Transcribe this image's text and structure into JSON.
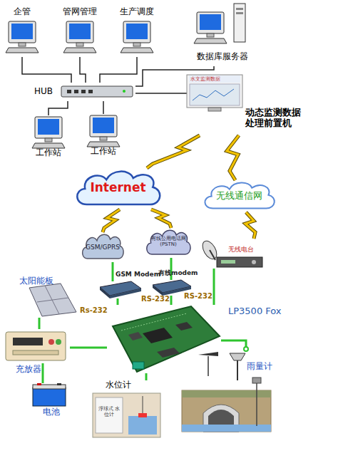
{
  "diagram": {
    "nodes": [
      {
        "text": [
          "企管"
        ]
      },
      {
        "text": [
          "管网管理"
        ]
      },
      {
        "text": [
          "生产调度"
        ]
      },
      {
        "text": [
          "数据库服务器"
        ]
      },
      {
        "text": [
          "HUB"
        ]
      },
      {
        "text": [
          "水文监测数据",
          "动态监测数据 处理前置机"
        ]
      },
      {
        "text": [
          "工作站"
        ]
      },
      {
        "text": [
          "工作站"
        ]
      },
      {
        "text": [
          "Internet"
        ]
      },
      {
        "text": [
          "无线通信网"
        ]
      },
      {
        "text": [
          "GSM/GPRS"
        ]
      },
      {
        "text": [
          "有线公用电话网 (PSTN)"
        ]
      },
      {
        "text": [
          "无线电台"
        ]
      },
      {
        "text": [
          "太阳能板"
        ]
      },
      {
        "text": [
          "GSM Modem"
        ]
      },
      {
        "text": [
          "有线modem"
        ]
      },
      {
        "text": [
          "LP3500 Fox"
        ]
      },
      {
        "text": [
          "充放器"
        ]
      },
      {
        "text": [
          "雨量计"
        ]
      },
      {
        "text": [
          "水位计",
          "浮球式 水位计"
        ]
      },
      {
        "text": [
          "电池"
        ]
      }
    ],
    "edges": [
      {
        "from": 4,
        "to": 0,
        "arrow": "none"
      },
      {
        "from": 4,
        "to": 1,
        "arrow": "none"
      },
      {
        "from": 4,
        "to": 2,
        "arrow": "none"
      },
      {
        "from": 4,
        "to": 3,
        "arrow": "none"
      },
      {
        "from": 4,
        "to": 5,
        "arrow": "none"
      },
      {
        "from": 4,
        "to": 6,
        "arrow": "none"
      },
      {
        "from": 4,
        "to": 7,
        "arrow": "none"
      },
      {
        "from": 5,
        "to": 8,
        "arrow": "none"
      },
      {
        "from": 5,
        "to": 9,
        "arrow": "none"
      },
      {
        "from": 8,
        "to": 10,
        "arrow": "none"
      },
      {
        "from": 8,
        "to": 11,
        "arrow": "none"
      },
      {
        "from": 9,
        "to": 12,
        "arrow": "none"
      },
      {
        "from": 10,
        "to": 14,
        "arrow": "none"
      },
      {
        "from": 11,
        "to": 15,
        "arrow": "none"
      },
      {
        "from": 14,
        "to": 16,
        "label": "Rs-232",
        "arrow": "none"
      },
      {
        "from": 15,
        "to": 16,
        "label": "RS-232",
        "arrow": "none"
      },
      {
        "from": 12,
        "to": 16,
        "label": "RS-232",
        "arrow": "none"
      },
      {
        "from": 13,
        "to": 17,
        "arrow": "none"
      },
      {
        "from": 17,
        "to": 20,
        "arrow": "none"
      },
      {
        "from": 17,
        "to": 16,
        "arrow": "none"
      },
      {
        "from": 19,
        "to": 16,
        "arrow": "none"
      },
      {
        "from": 18,
        "to": 16,
        "arrow": "none"
      }
    ]
  }
}
